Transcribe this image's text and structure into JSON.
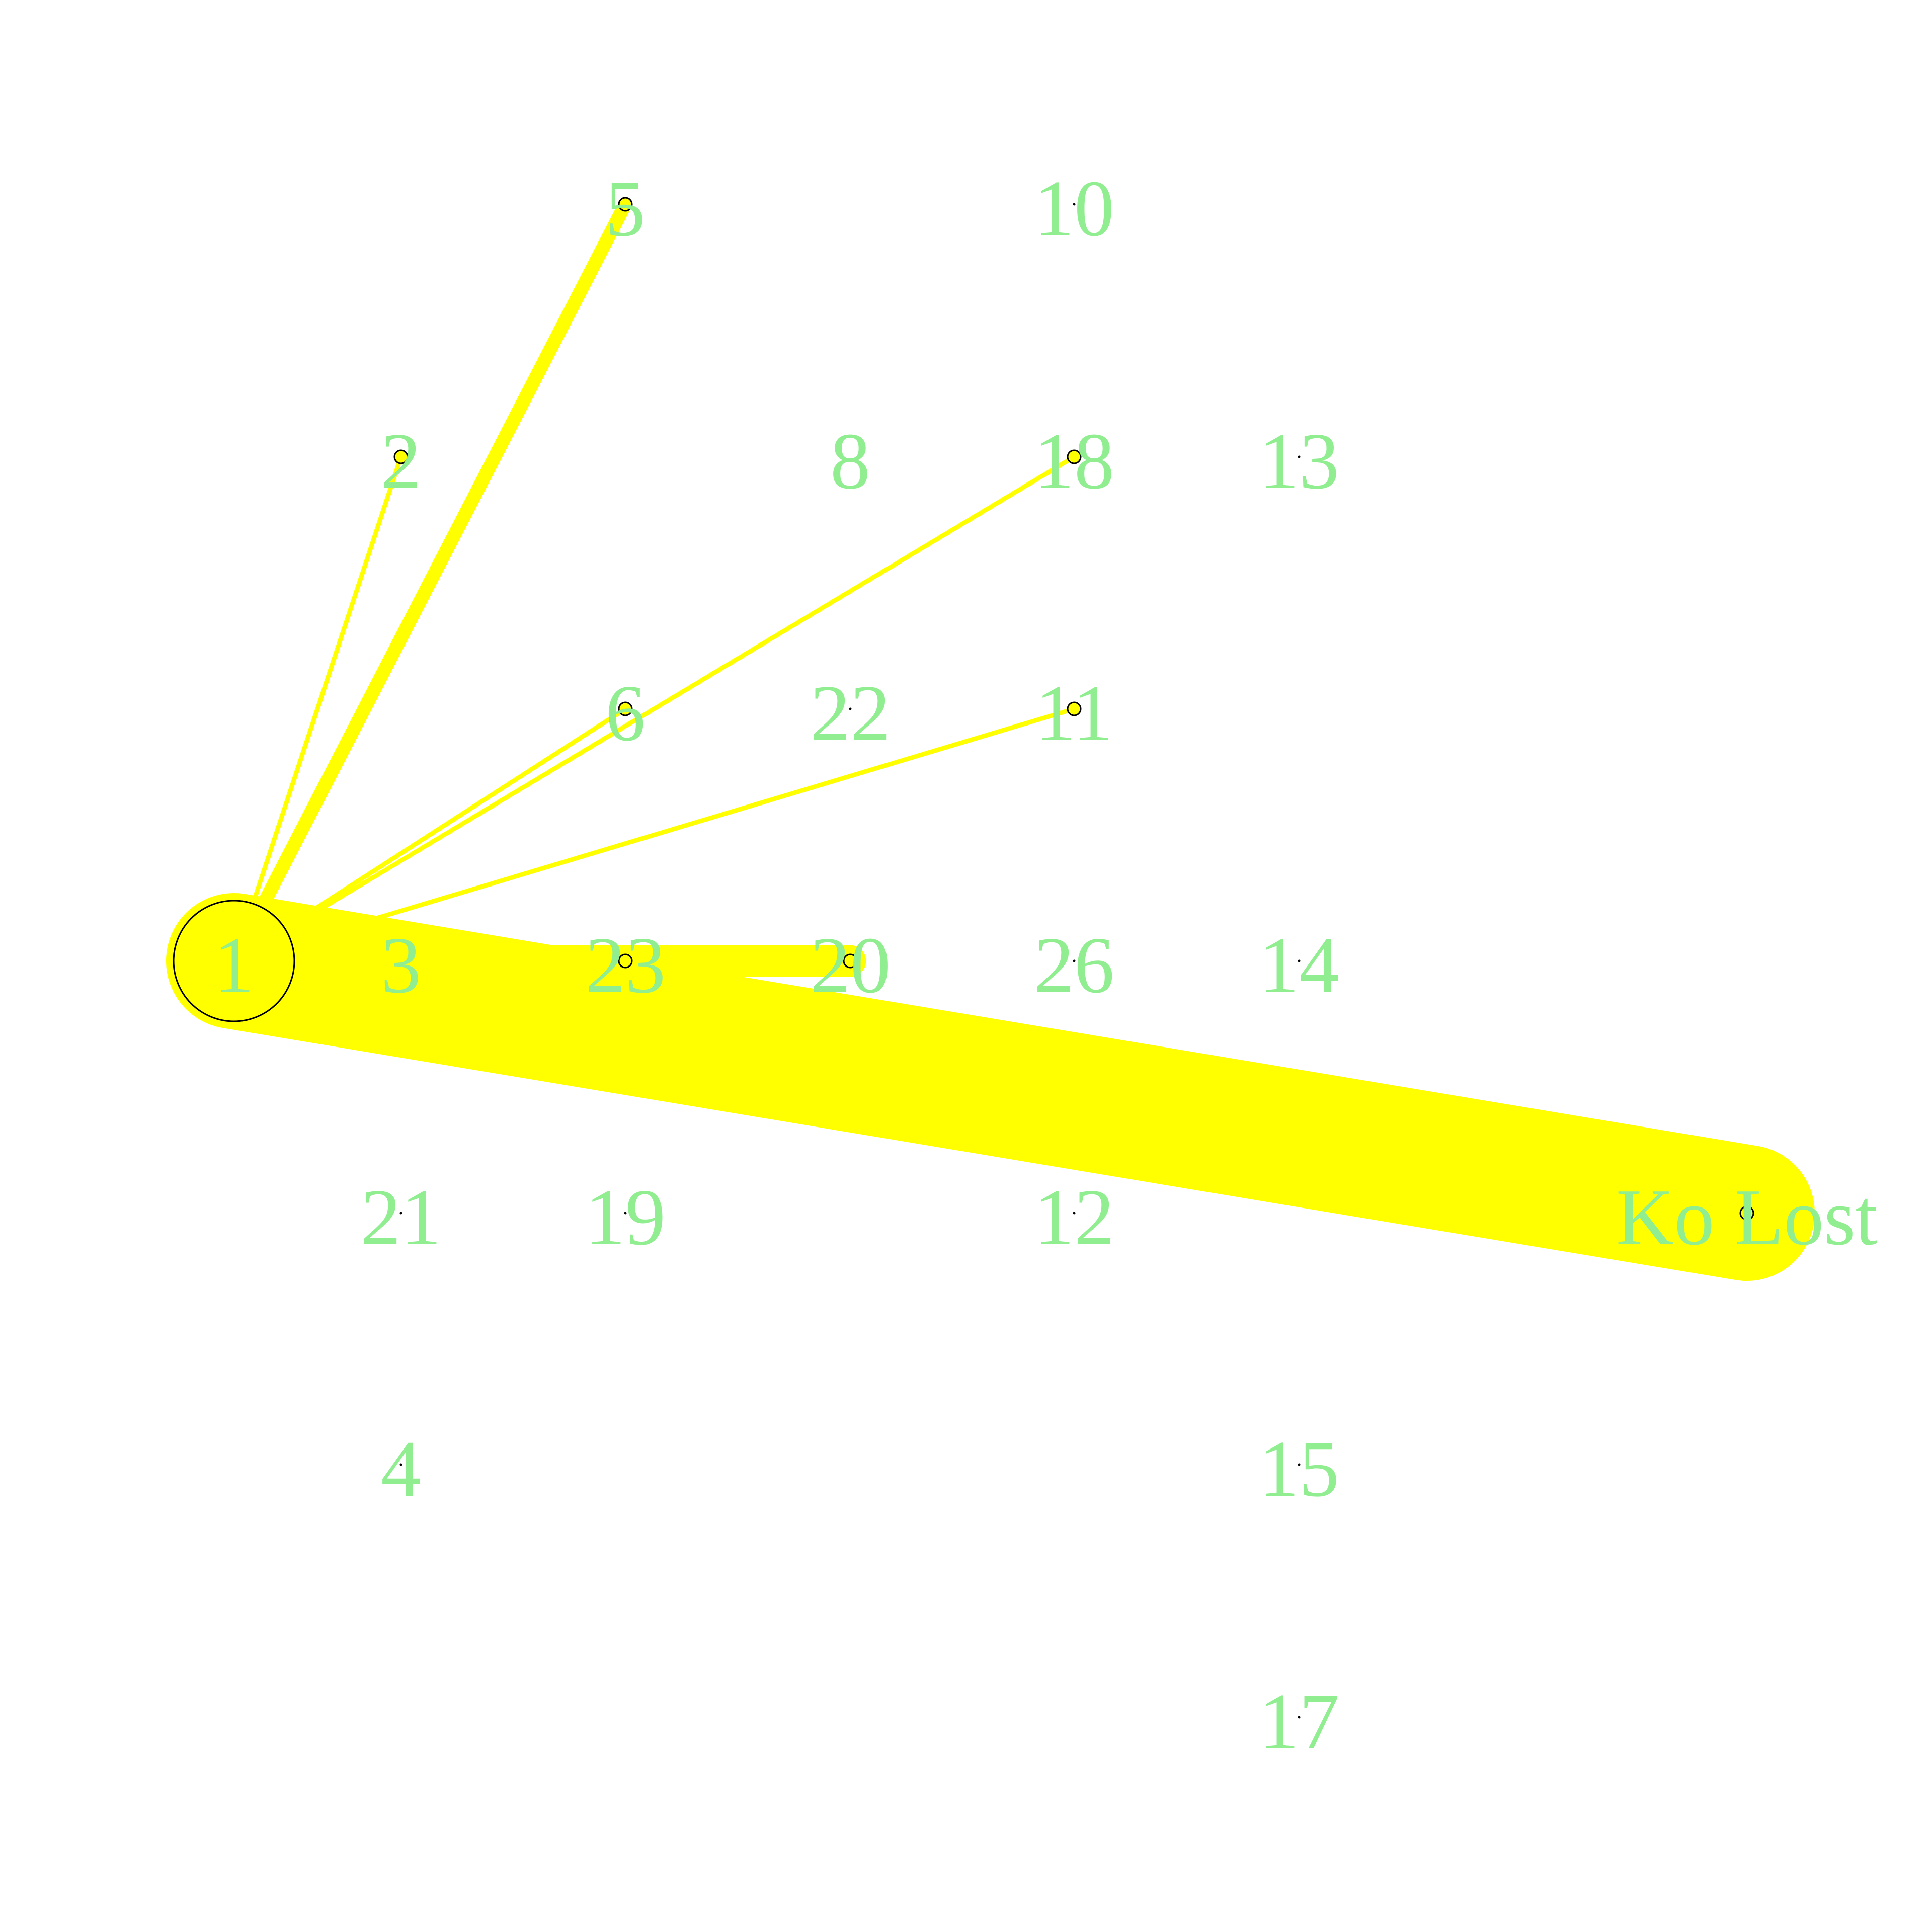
{
  "colors": {
    "background": "#ffffff",
    "edge": "#ffff00",
    "node_fill": "#ffff00",
    "node_stroke": "#000000",
    "label": "#90ee90"
  },
  "graph": {
    "nodes": [
      {
        "id": "1",
        "label": "1",
        "size": "large"
      },
      {
        "id": "2",
        "label": "2",
        "size": "small"
      },
      {
        "id": "3",
        "label": "3",
        "size": "none"
      },
      {
        "id": "4",
        "label": "4",
        "size": "dot"
      },
      {
        "id": "5",
        "label": "5",
        "size": "small"
      },
      {
        "id": "6",
        "label": "6",
        "size": "small"
      },
      {
        "id": "8",
        "label": "8",
        "size": "none"
      },
      {
        "id": "10",
        "label": "10",
        "size": "dot"
      },
      {
        "id": "11",
        "label": "11",
        "size": "small"
      },
      {
        "id": "12",
        "label": "12",
        "size": "dot"
      },
      {
        "id": "13",
        "label": "13",
        "size": "dot"
      },
      {
        "id": "14",
        "label": "14",
        "size": "dot"
      },
      {
        "id": "15",
        "label": "15",
        "size": "dot"
      },
      {
        "id": "17",
        "label": "17",
        "size": "dot"
      },
      {
        "id": "18",
        "label": "18",
        "size": "small"
      },
      {
        "id": "19",
        "label": "19",
        "size": "dot"
      },
      {
        "id": "20",
        "label": "20",
        "size": "small"
      },
      {
        "id": "21",
        "label": "21",
        "size": "dot"
      },
      {
        "id": "22",
        "label": "22",
        "size": "dot"
      },
      {
        "id": "23",
        "label": "23",
        "size": "small"
      },
      {
        "id": "26",
        "label": "26",
        "size": "dot"
      },
      {
        "id": "Ko Lost",
        "label": "Ko Lost",
        "size": "small"
      }
    ],
    "edges": [
      {
        "from": "1",
        "to": "Ko Lost",
        "weight": 30
      },
      {
        "from": "1",
        "to": "20",
        "weight": 7
      },
      {
        "from": "1",
        "to": "23",
        "weight": 4
      },
      {
        "from": "1",
        "to": "5",
        "weight": 3
      },
      {
        "from": "1",
        "to": "2",
        "weight": 1
      },
      {
        "from": "1",
        "to": "6",
        "weight": 1
      },
      {
        "from": "1",
        "to": "18",
        "weight": 1
      },
      {
        "from": "1",
        "to": "11",
        "weight": 1
      }
    ]
  }
}
